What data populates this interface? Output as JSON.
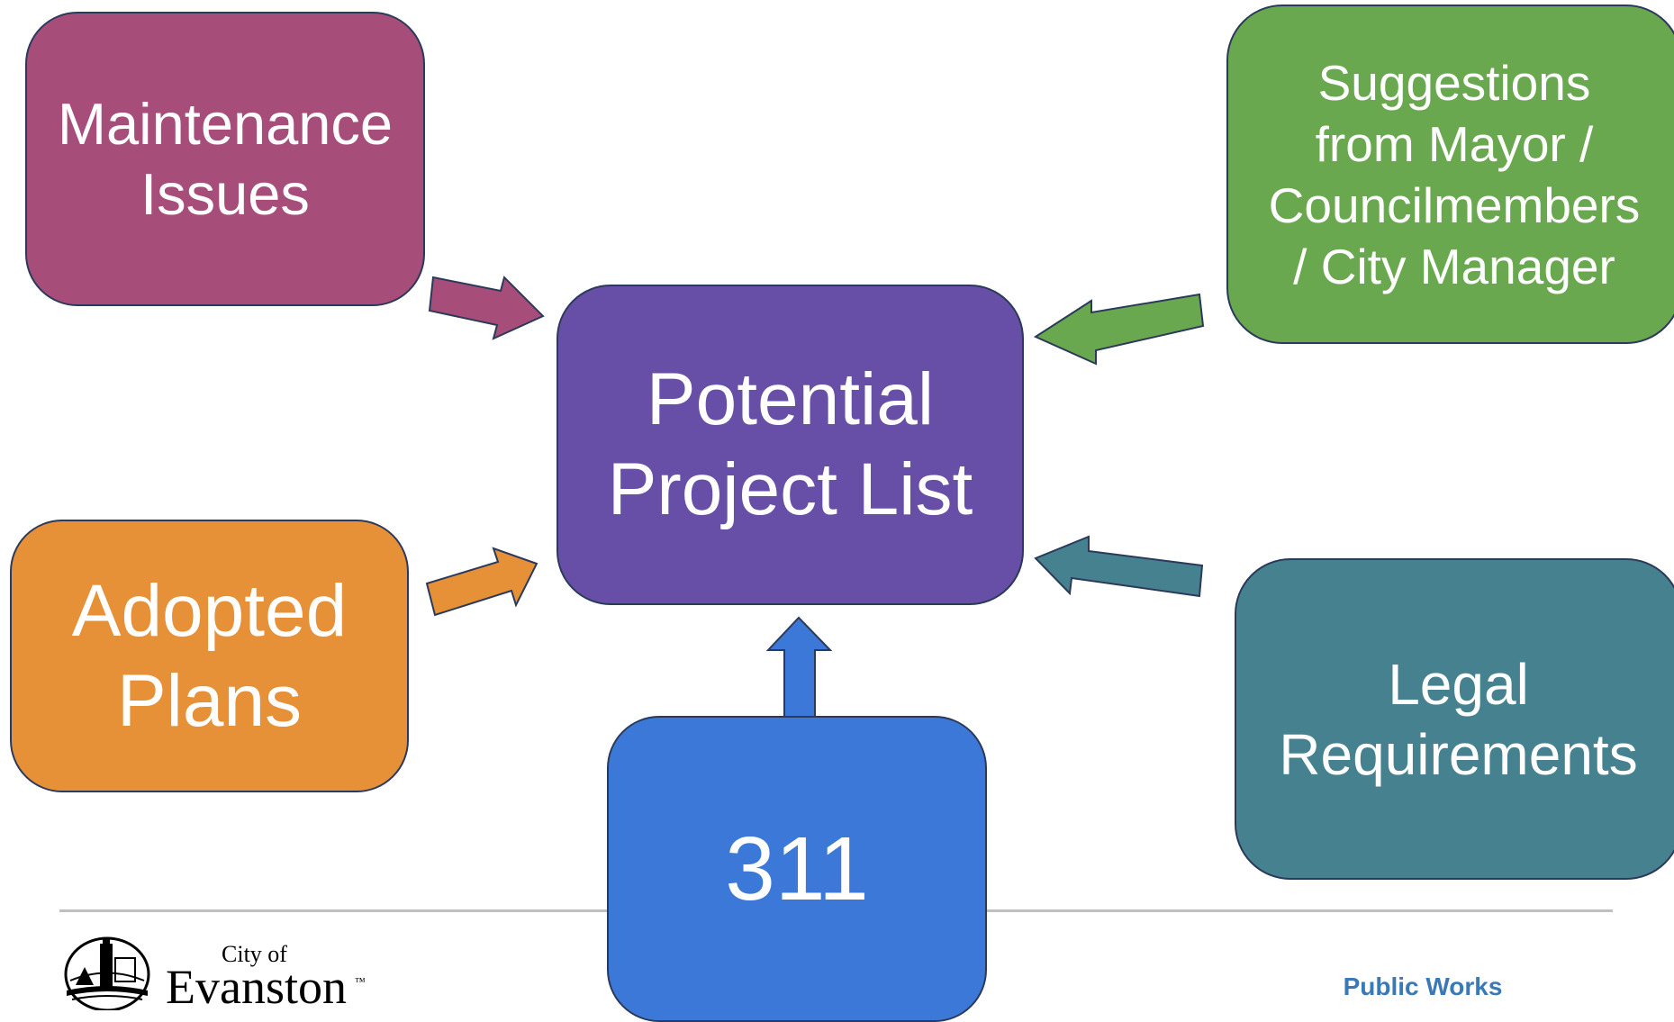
{
  "diagram": {
    "center_node": {
      "label": "Potential\nProject List",
      "color": "#674ea7"
    },
    "sources": [
      {
        "id": "maintenance",
        "label": "Maintenance\nIssues",
        "color": "#a64d79"
      },
      {
        "id": "suggestions",
        "label": "Suggestions\nfrom Mayor /\nCouncilmembers\n/ City Manager",
        "color": "#6aa84f"
      },
      {
        "id": "adopted",
        "label": "Adopted\nPlans",
        "color": "#e69138"
      },
      {
        "id": "legal",
        "label": "Legal\nRequirements",
        "color": "#45818e"
      },
      {
        "id": "311",
        "label": "311",
        "color": "#3c78d8"
      }
    ]
  },
  "footer": {
    "logo_text_small": "City of",
    "logo_text_large": "Evanston",
    "logo_trademark": "™",
    "department": "Public Works"
  }
}
